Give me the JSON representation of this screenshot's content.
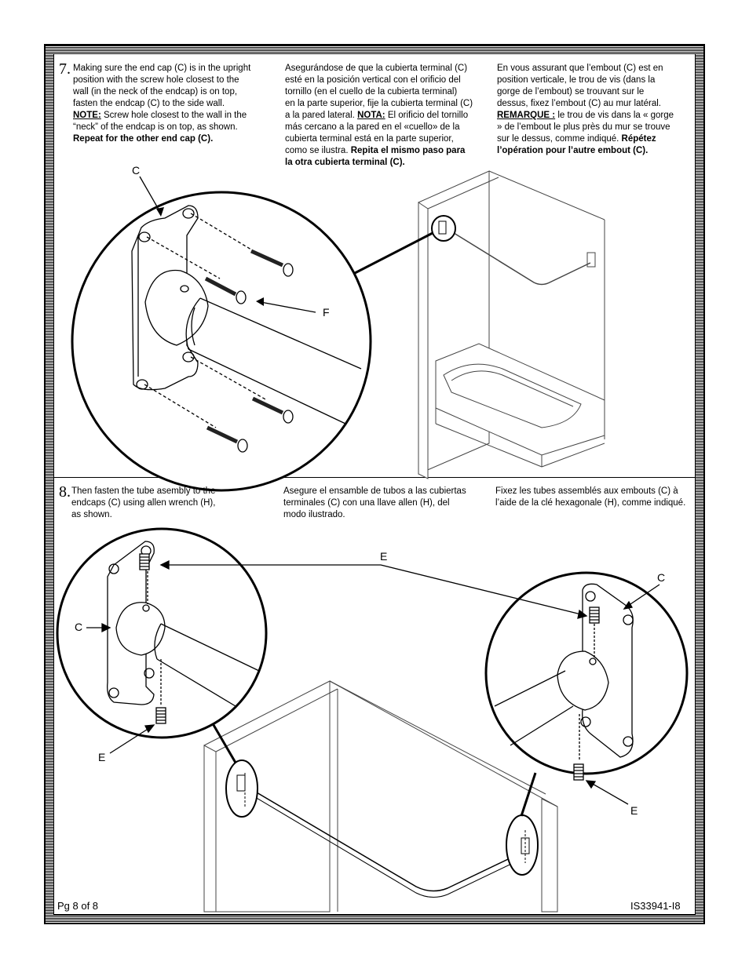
{
  "page": {
    "footer_left": "Pg 8 of 8",
    "footer_right": "IS33941-I8"
  },
  "step7": {
    "number": "7.",
    "en": {
      "line1": "Making sure the end cap (C) is in the upright",
      "line2": "position with the screw hole closest to the",
      "line3": "wall (in the neck of the endcap) is on top,",
      "line4": "fasten the endcap (C) to the side wall.",
      "note_label": "NOTE:",
      "line5": " Screw hole closest to the wall in the",
      "line6": "“neck” of the endcap is on top, as shown.",
      "repeat": "Repeat for the other end cap (C)."
    },
    "es": {
      "line1": "Asegurándose de que la cubierta terminal (C)",
      "line2": "esté en la posición vertical con el orificio del",
      "line3": "tornillo (en el cuello de la cubierta terminal)",
      "line4": "en la parte superior, fije la cubierta terminal (C)",
      "line5a": "a la pared lateral. ",
      "note_label": "NOTA:",
      "line5b": " El orificio del tornillo",
      "line6": "más cercano a la pared en el «cuello» de la",
      "line7": "cubierta terminal está en la parte superior,",
      "line8a": "como se ilustra. ",
      "repeat1": "Repita el mismo paso para",
      "repeat2": "la otra cubierta terminal (C)."
    },
    "fr": {
      "line1": "En vous assurant que l’embout (C) est en",
      "line2": "position verticale, le trou de vis (dans la",
      "line3": "gorge de l’embout) se trouvant sur le",
      "line4": "dessus, fixez l’embout (C) au mur latéral.",
      "note_label": "REMARQUE :",
      "line5": " le trou de vis dans la « gorge",
      "line6": "» de l’embout le plus près du mur se trouve",
      "line7a": "sur le dessus, comme indiqué. ",
      "repeat1": "Répétez",
      "repeat2": "l’opération pour l’autre embout (C)."
    },
    "labels": {
      "c": "C",
      "f": "F"
    }
  },
  "step8": {
    "number": "8.",
    "en": {
      "line1": "Then fasten the tube asembly to the",
      "line2": "endcaps (C) using allen wrench (H),",
      "line3": "as shown."
    },
    "es": {
      "line1": "Asegure el ensamble de tubos a las cubiertas",
      "line2": "terminales (C) con una llave allen (H), del",
      "line3": "modo ilustrado."
    },
    "fr": {
      "line1": "Fixez les tubes assemblés aux embouts (C) à",
      "line2": "l’aide de la clé hexagonale (H), comme indiqué."
    },
    "labels": {
      "e_top": "E",
      "c_right": "C",
      "c_left": "C",
      "e_left": "E",
      "e_right": "E"
    }
  }
}
